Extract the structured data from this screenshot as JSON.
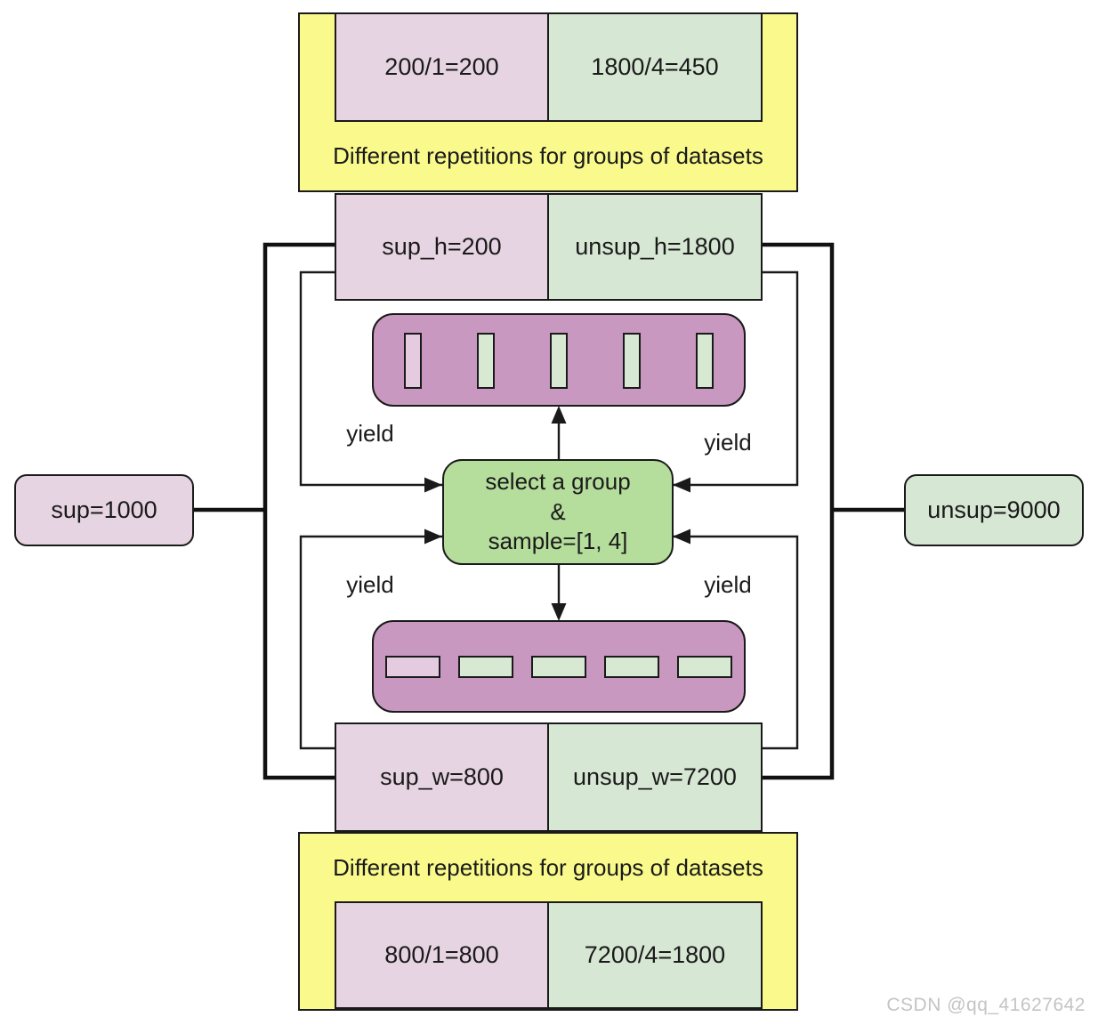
{
  "top_panel": {
    "sup_cell": "200/1=200",
    "unsup_cell": "1800/4=450",
    "caption": "Different repetitions for groups of datasets"
  },
  "top_row": {
    "sup": "sup_h=200",
    "unsup": "unsup_h=1800"
  },
  "left_node": {
    "label": "sup=1000"
  },
  "right_node": {
    "label": "unsup=9000"
  },
  "center_node": {
    "line1": "select a group",
    "line2": "&",
    "line3": "sample=[1, 4]"
  },
  "yield_labels": {
    "top_left": "yield",
    "top_right": "yield",
    "bottom_left": "yield",
    "bottom_right": "yield"
  },
  "bottom_row": {
    "sup": "sup_w=800",
    "unsup": "unsup_w=7200"
  },
  "bottom_panel": {
    "caption": "Different repetitions for groups of datasets",
    "sup_cell": "800/1=800",
    "unsup_cell": "7200/4=1800"
  },
  "watermark": {
    "text": "CSDN @qq_41627642"
  },
  "colors": {
    "panel_yellow": "#fafa8c",
    "sup_pink": "#e7d4e2",
    "unsup_green": "#d6e7d4",
    "sampler_purple": "#c998c1",
    "bar_pink": "#e4cbdf",
    "bar_green": "#d7e8d3",
    "select_green": "#b5dd9c",
    "line_black": "#1a1a1a",
    "watermark_gray": "#c4c4c4"
  }
}
